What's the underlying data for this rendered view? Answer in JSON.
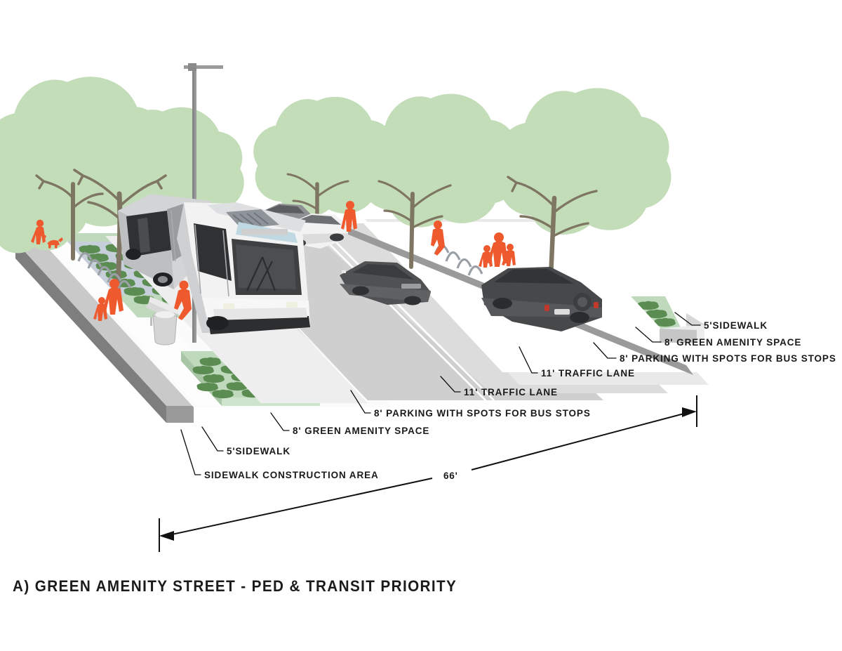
{
  "figure": {
    "caption": "A) GREEN AMENITY STREET - PED & TRANSIT PRIORITY",
    "type": "axonometric street cross-section rendering",
    "total_width_label": "66'"
  },
  "colors": {
    "figure_red": "#ee5a2d",
    "canopy_green": "#c3ddb8",
    "shrub_green": "#5b8c52",
    "planting_bed": "#bfd9bd",
    "asphalt": "#cfcfcf",
    "sidewalk": "#fafafa",
    "curb_grey": "#a9a9a9",
    "slab_edge": "#8f8f8f",
    "bike_pad": "#c3ccd6",
    "trunk_brown": "#7e7662",
    "text_black": "#1a1a1a",
    "bus_white": "#f2f2f2",
    "bus_grey": "#b9babb",
    "car_dark": "#4f5153",
    "car_light": "#f5f5f5"
  },
  "labels_right": [
    {
      "id": "r-sidewalk",
      "text": "5'SIDEWALK"
    },
    {
      "id": "r-green",
      "text": "8' GREEN AMENITY SPACE"
    },
    {
      "id": "r-parking",
      "text": "8' PARKING WITH SPOTS FOR BUS STOPS"
    },
    {
      "id": "r-lane2",
      "text": "11' TRAFFIC LANE"
    },
    {
      "id": "r-lane1",
      "text": "11' TRAFFIC LANE"
    },
    {
      "id": "r-parking2",
      "text": "8' PARKING WITH SPOTS FOR BUS STOPS"
    },
    {
      "id": "r-green2",
      "text": "8' GREEN AMENITY SPACE"
    },
    {
      "id": "r-sidewalk2",
      "text": "5'SIDEWALK"
    },
    {
      "id": "r-constr",
      "text": "SIDEWALK CONSTRUCTION AREA"
    }
  ],
  "cross_section": {
    "total_width": "66'",
    "bands": [
      {
        "name": "sidewalk construction area",
        "label": "SIDEWALK CONSTRUCTION AREA",
        "width": ""
      },
      {
        "name": "sidewalk",
        "label": "5'SIDEWALK",
        "width": "5'"
      },
      {
        "name": "green amenity",
        "label": "8' GREEN AMENITY SPACE",
        "width": "8'"
      },
      {
        "name": "parking",
        "label": "8' PARKING WITH SPOTS FOR BUS STOPS",
        "width": "8'"
      },
      {
        "name": "traffic lane",
        "label": "11' TRAFFIC LANE",
        "width": "11'"
      },
      {
        "name": "traffic lane",
        "label": "11' TRAFFIC LANE",
        "width": "11'"
      },
      {
        "name": "parking",
        "label": "8' PARKING WITH SPOTS FOR BUS STOPS",
        "width": "8'"
      },
      {
        "name": "green amenity",
        "label": "8' GREEN AMENITY SPACE",
        "width": "8'"
      },
      {
        "name": "sidewalk",
        "label": "5'SIDEWALK",
        "width": "5'"
      }
    ]
  },
  "scene_elements": {
    "vehicles": [
      {
        "name": "articulated-transit-bus",
        "position": "near left, in bus stop pull-out"
      },
      {
        "name": "parked-car-grey",
        "position": "far left, parking lane"
      },
      {
        "name": "parked-car-white",
        "position": "far left, parking lane"
      },
      {
        "name": "sedan-dark",
        "position": "center, traffic lane"
      },
      {
        "name": "suv-dark",
        "position": "right, parking lane"
      }
    ],
    "street_furniture": [
      "street-lamp",
      "bike-rack",
      "trash-bin",
      "bench"
    ],
    "people_count": 9,
    "tree_count": 6,
    "dog_count": 1
  }
}
